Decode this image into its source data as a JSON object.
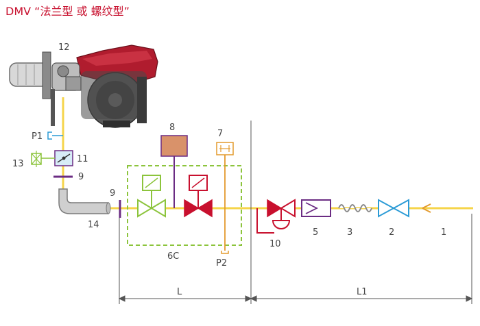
{
  "title": "DMV “法兰型 或 螺纹型”",
  "labels": {
    "l1": "1",
    "l2": "2",
    "l3": "3",
    "l5": "5",
    "l6c": "6C",
    "l7": "7",
    "l8": "8",
    "l9a": "9",
    "l9b": "9",
    "l10": "10",
    "l11": "11",
    "l12": "12",
    "l13": "13",
    "l14": "14",
    "p1": "P1",
    "p2": "P2",
    "dimL": "L",
    "dimL1": "L1"
  },
  "colors": {
    "title": "#c8102e",
    "gas_line": "#f6d44a",
    "valve_green": "#8cc43c",
    "valve_red": "#c8102e",
    "valve_blue": "#2b9bd6",
    "purple": "#6b2c83",
    "orange": "#e39a2d",
    "filter_fill": "#d9926a",
    "dashed_box": "#8cc43c",
    "dimension": "#555555"
  },
  "icons": {
    "burner": "burner-icon",
    "valve_1": "solenoid-valve-green-icon",
    "valve_2": "solenoid-valve-red-icon",
    "filter": "gas-filter-icon",
    "pressure_switch": "pressure-switch-icon",
    "regulator": "pressure-regulator-icon",
    "strainer": "strainer-icon",
    "bellows": "bellows-compensator-icon",
    "ball_valve": "ball-valve-icon",
    "leak_tester": "leak-tester-icon",
    "flow_arrow": "flow-arrow-icon",
    "elbow": "pipe-elbow-icon"
  }
}
